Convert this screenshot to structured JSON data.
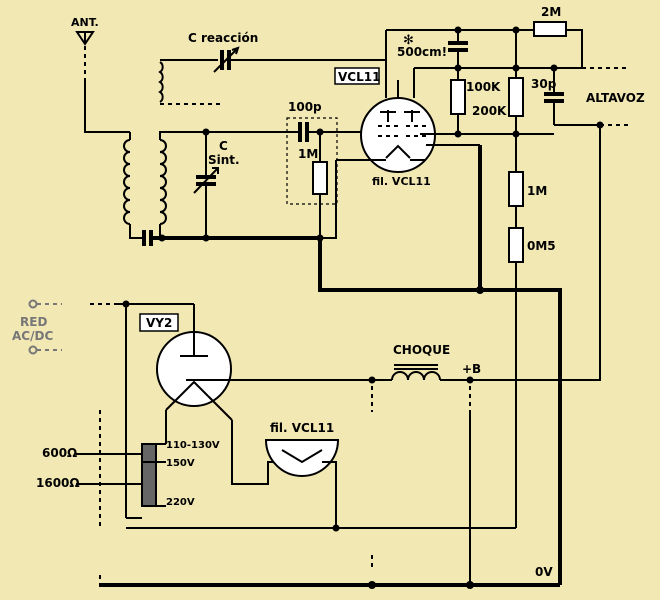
{
  "labels": {
    "antenna": "ANT.",
    "c_reaction": "C reacción",
    "c_sint_1": "C",
    "c_sint_2": "Sint.",
    "cap_100p": "100p",
    "res_1m_grid": "1M",
    "vcl11": "VCL11",
    "fil_vcl11_top": "fil. VCL11",
    "cap_500cm": "500cm!",
    "asterisk": "✻",
    "res_2m": "2M",
    "res_100k": "100K",
    "res_200k": "200K",
    "cap_30p": "30p",
    "altavoz": "ALTAVOZ",
    "res_1m_right": "1M",
    "res_0m5": "0M5",
    "red_1": "RED",
    "red_2": "AC/DC",
    "vy2": "VY2",
    "choque": "CHOQUE",
    "plus_b": "+B",
    "fil_vcl11_bottom": "fil. VCL11",
    "v110_130": "110-130V",
    "v150": "150V",
    "v220": "220V",
    "ohm600": "600Ω",
    "ohm1600": "1600Ω",
    "ov": "0V"
  },
  "colors": {
    "background": "#f2e8b4",
    "wire": "#000000",
    "mains_terminal": "#777777",
    "resistor_fill": "#ffffff",
    "dropper_fill": "#666666"
  }
}
